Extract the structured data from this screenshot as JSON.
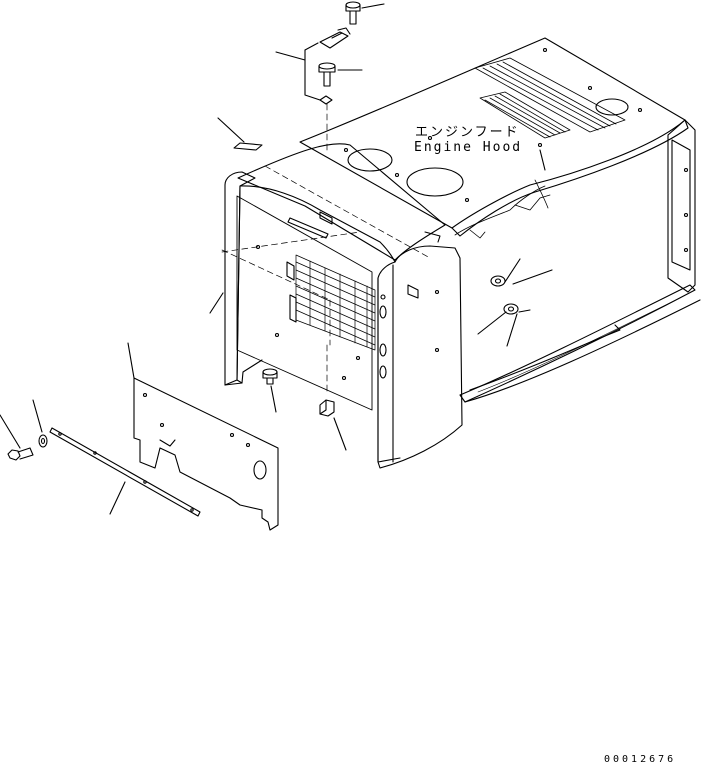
{
  "diagram": {
    "part_label_jp": "エンジンフード",
    "part_label_en": "Engine Hood",
    "drawing_number": "00012676",
    "line_color": "#000000",
    "background_color": "#ffffff"
  }
}
